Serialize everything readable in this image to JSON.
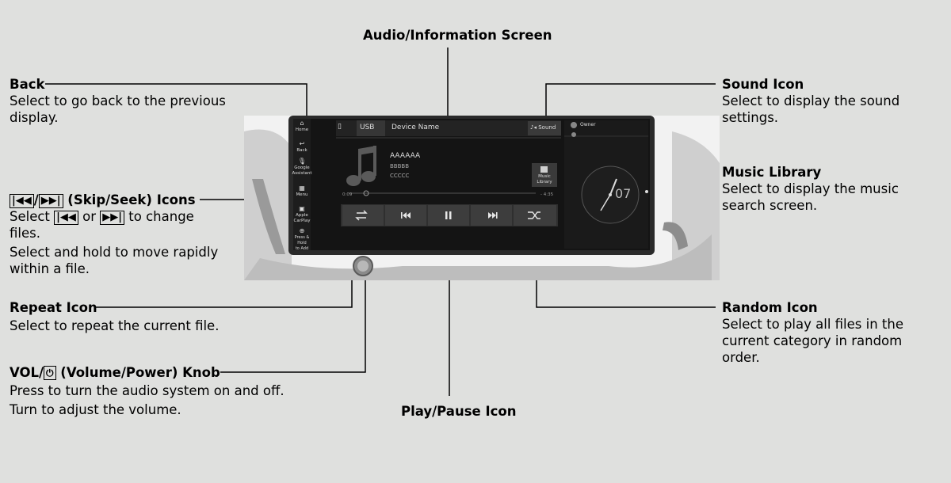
{
  "labels": {
    "screen_title": "Audio/Information Screen",
    "back_title": "Back",
    "back_desc1": "Select to go back to the previous",
    "back_desc2": "display.",
    "skip_icon1": "|◀◀",
    "skip_icon2": "▶▶|",
    "skip_title": "(Skip/Seek) Icons",
    "skip_desc_select": "Select",
    "skip_desc_or": "or",
    "skip_desc_change": "to change",
    "skip_desc2": "files.",
    "skip_desc3": "Select and hold to move rapidly",
    "skip_desc4": "within a file.",
    "repeat_title": "Repeat Icon",
    "repeat_desc": "Select to repeat the current file.",
    "vol_title_pre": "VOL/",
    "vol_power": "⏻",
    "vol_title_post": "(Volume/Power) Knob",
    "vol_desc1": "Press to turn the audio system on and off.",
    "vol_desc2": "Turn to adjust the volume.",
    "play_title": "Play/Pause Icon",
    "sound_title": "Sound Icon",
    "sound_desc1": "Select to display the sound",
    "sound_desc2": "settings.",
    "library_title": "Music Library",
    "library_desc1": "Select to display the music",
    "library_desc2": "search screen.",
    "random_title": "Random Icon",
    "random_desc1": "Select to play all files in the",
    "random_desc2": "current category in random",
    "random_desc3": "order."
  },
  "screen": {
    "home": "Home",
    "back": "Back",
    "google1": "Google",
    "google2": "Assistant",
    "menu": "Menu",
    "carplay1": "Apple",
    "carplay2": "CarPlay",
    "press1": "Press & Hold",
    "press2": "to Add",
    "source": "USB",
    "device": "Device Name",
    "sound": "Sound",
    "owner": "Owner",
    "track1": "AAAAAA",
    "track2": "BBBBB",
    "track3": "CCCCC",
    "lib1": "Music",
    "lib2": "Library",
    "elapsed": "0:09",
    "remaining": "- 4:35",
    "clock_num": "07"
  },
  "colors": {
    "line": "#000000",
    "screen_bg": "#141414",
    "bezel": "#2a2a2a"
  },
  "icons": [
    "home-icon",
    "back-arrow-icon",
    "microphone-icon",
    "menu-icon",
    "carplay-icon",
    "plus-icon",
    "usb-icon",
    "sound-icon",
    "music-note-icon",
    "music-library-icon",
    "repeat-icon",
    "skip-back-icon",
    "pause-icon",
    "skip-forward-icon",
    "shuffle-icon",
    "owner-icon",
    "clock-icon"
  ]
}
